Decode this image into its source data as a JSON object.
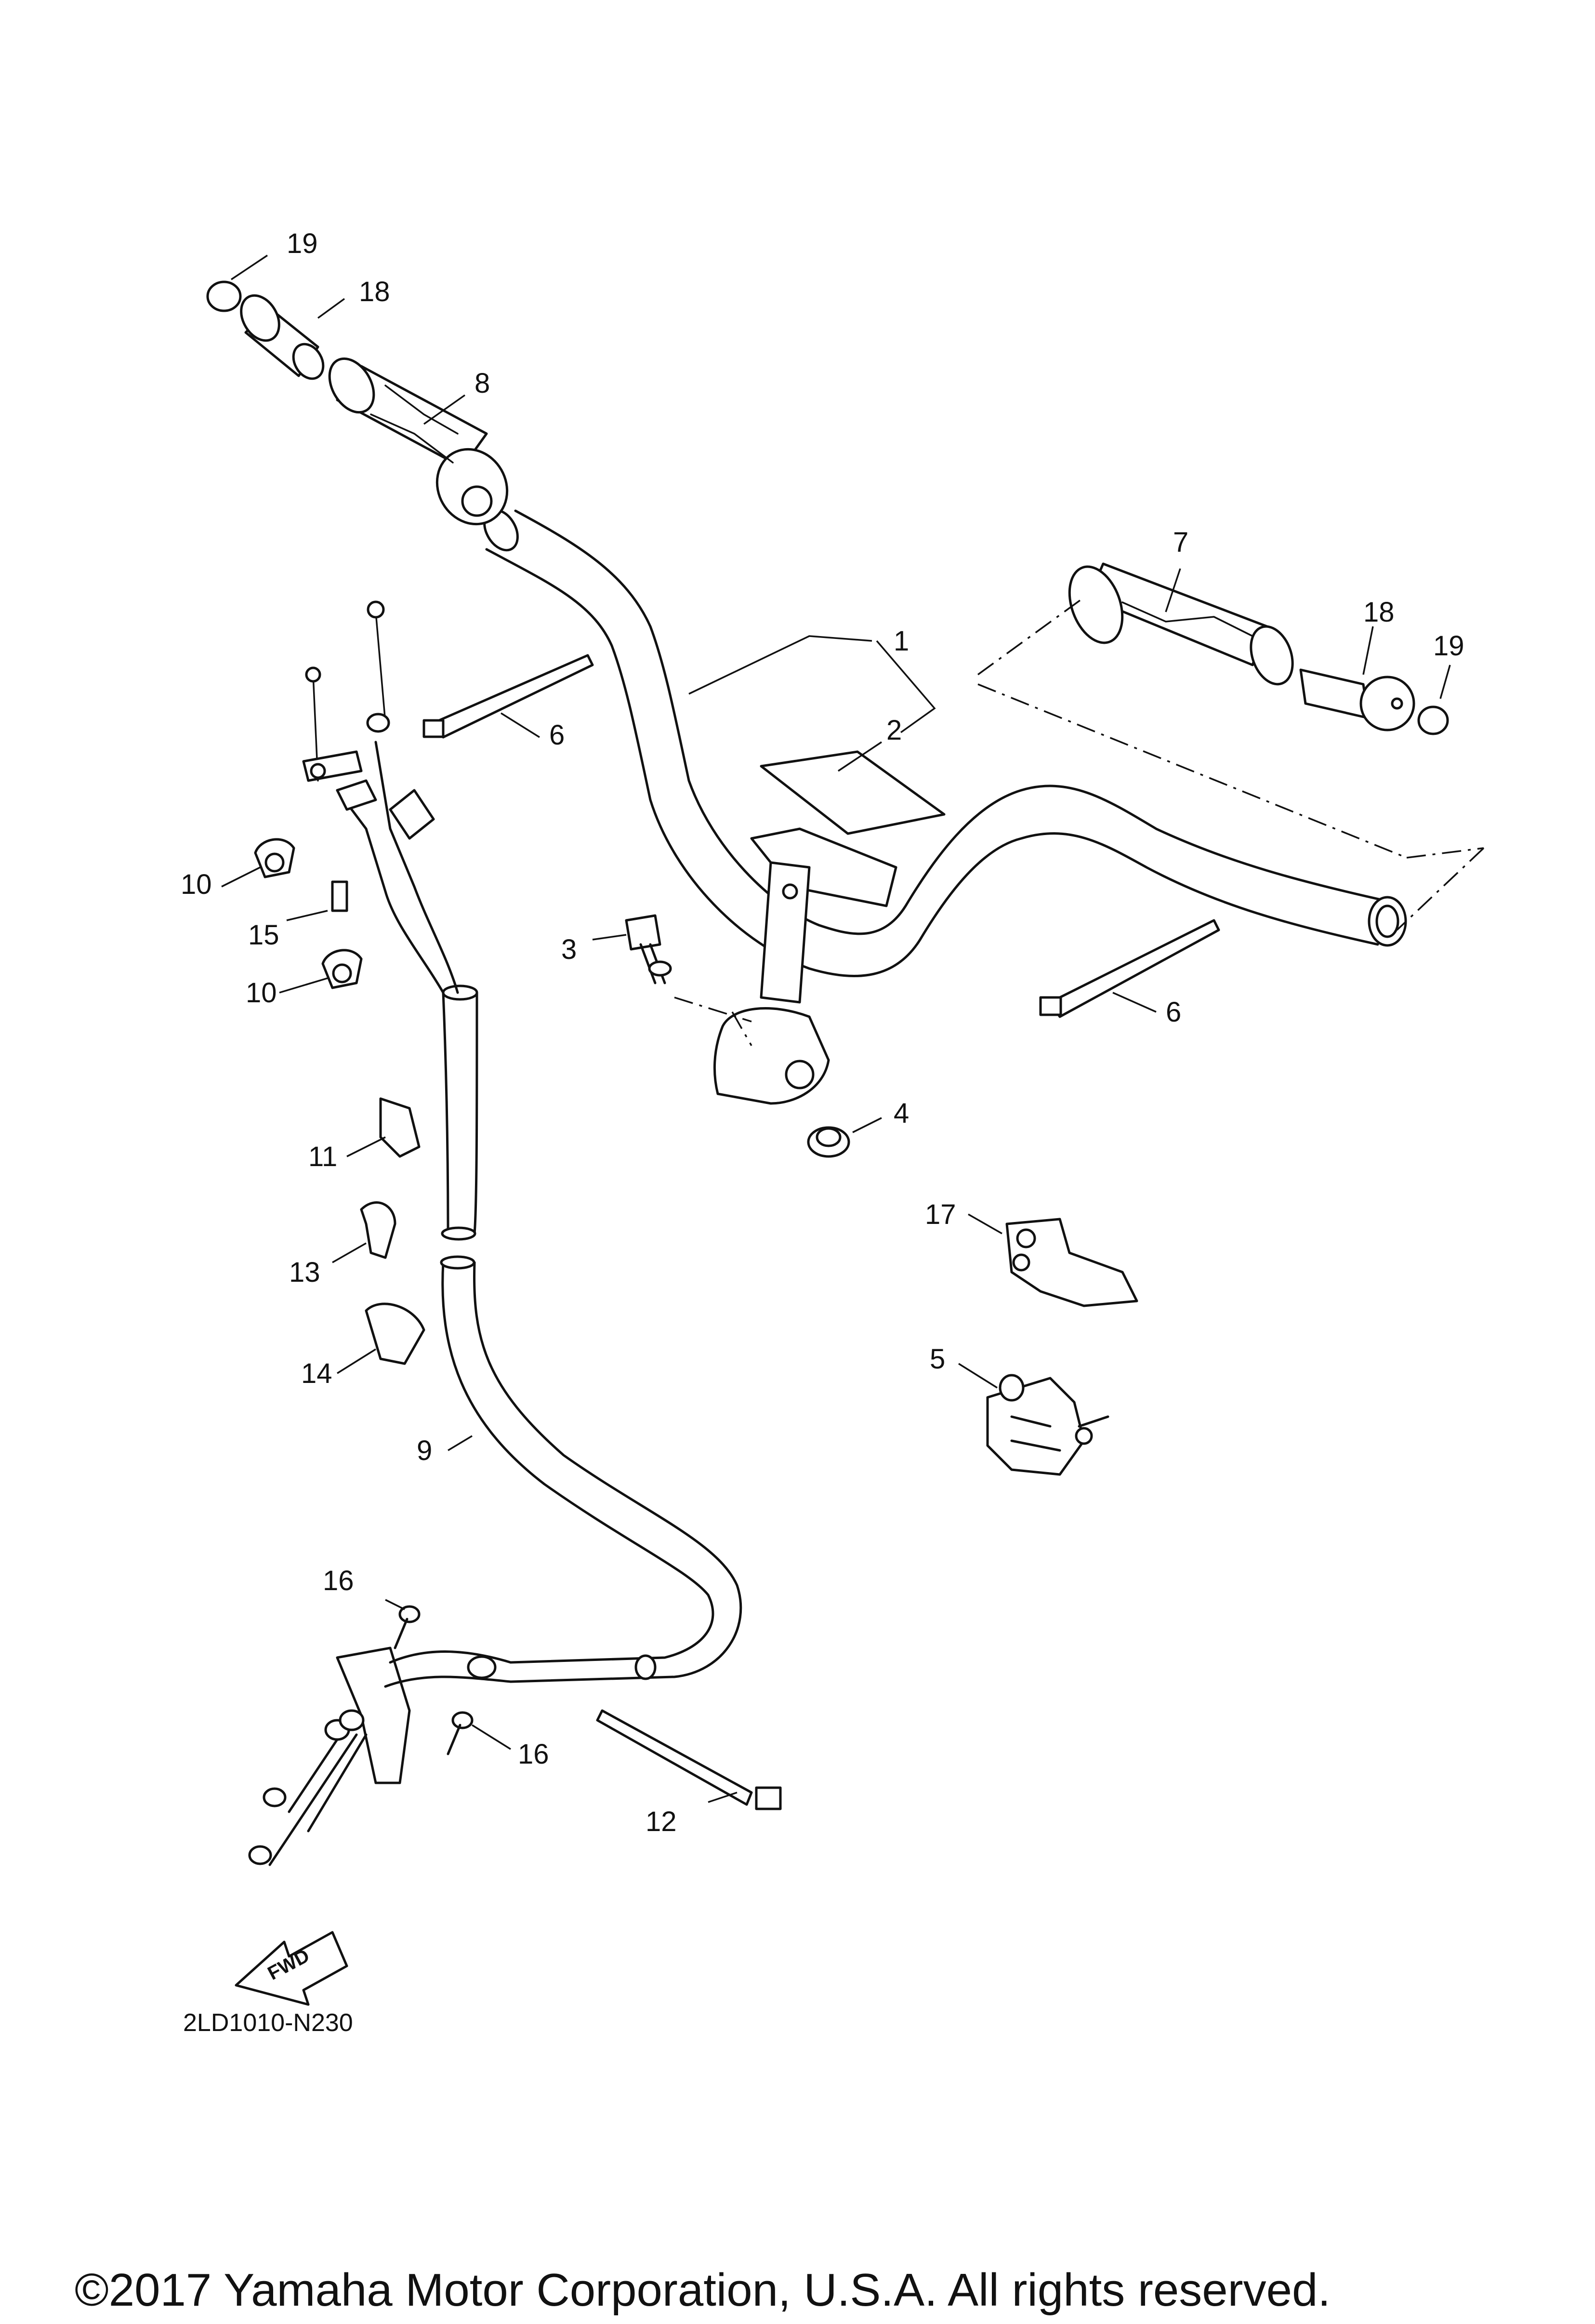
{
  "diagram": {
    "callouts": [
      "1",
      "2",
      "3",
      "4",
      "5",
      "6",
      "6",
      "7",
      "8",
      "9",
      "10",
      "10",
      "11",
      "12",
      "13",
      "14",
      "15",
      "16",
      "16",
      "17",
      "18",
      "18",
      "19",
      "19"
    ],
    "direction_label": "FWD",
    "diagram_code": "2LD1010-N230",
    "copyright": "©2017 Yamaha Motor Corporation, U.S.A. All rights reserved."
  }
}
